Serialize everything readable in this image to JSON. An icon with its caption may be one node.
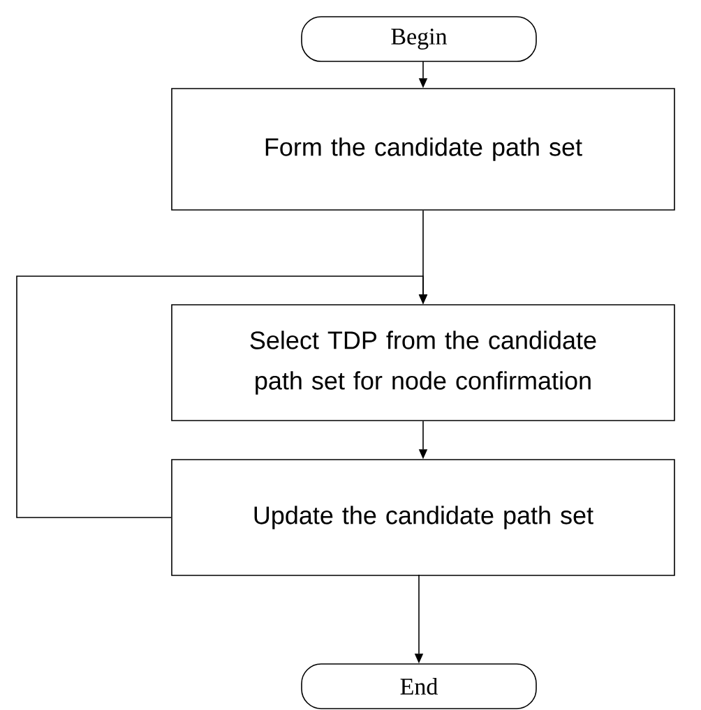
{
  "diagram": {
    "nodes": [
      {
        "text": [
          "Begin"
        ]
      },
      {
        "text": [
          "Form the candidate path set"
        ]
      },
      {
        "text": [
          "Select TDP from the candidate path set for node confirmation"
        ]
      },
      {
        "text": [
          "Update the candidate path set"
        ]
      },
      {
        "text": [
          "End"
        ]
      }
    ],
    "edges": [
      {
        "from": 0,
        "to": 1,
        "arrow": "to"
      },
      {
        "from": 1,
        "to": 2,
        "arrow": "to"
      },
      {
        "from": 2,
        "to": 3,
        "arrow": "to"
      },
      {
        "from": 3,
        "to": 4,
        "arrow": "to"
      },
      {
        "from": 3,
        "to": 2,
        "arrow": "to"
      }
    ]
  }
}
